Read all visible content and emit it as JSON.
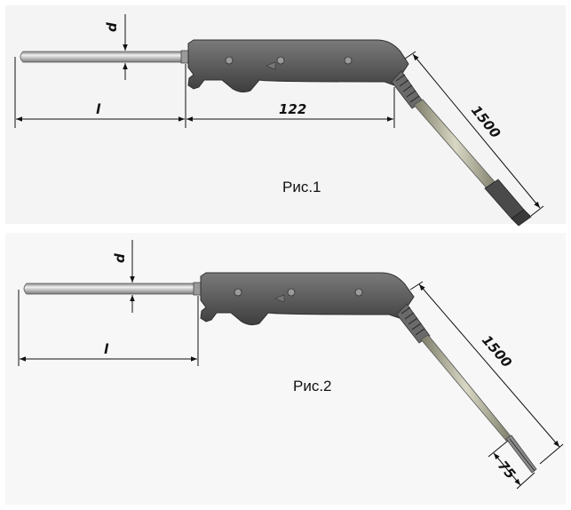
{
  "figure1": {
    "caption": "Рис.1",
    "dim_diameter": "d",
    "dim_length": "l",
    "dim_handle": "122",
    "dim_cable": "1500"
  },
  "figure2": {
    "caption": "Рис.2",
    "dim_diameter": "d",
    "dim_length": "l",
    "dim_cable": "1500",
    "dim_tip": "75"
  },
  "colors": {
    "background": "#ffffff",
    "panel": "#f4f4f4",
    "handle": "#5a5a5a",
    "probe": "#cfcfcf",
    "cable": "#b8b8a0"
  }
}
